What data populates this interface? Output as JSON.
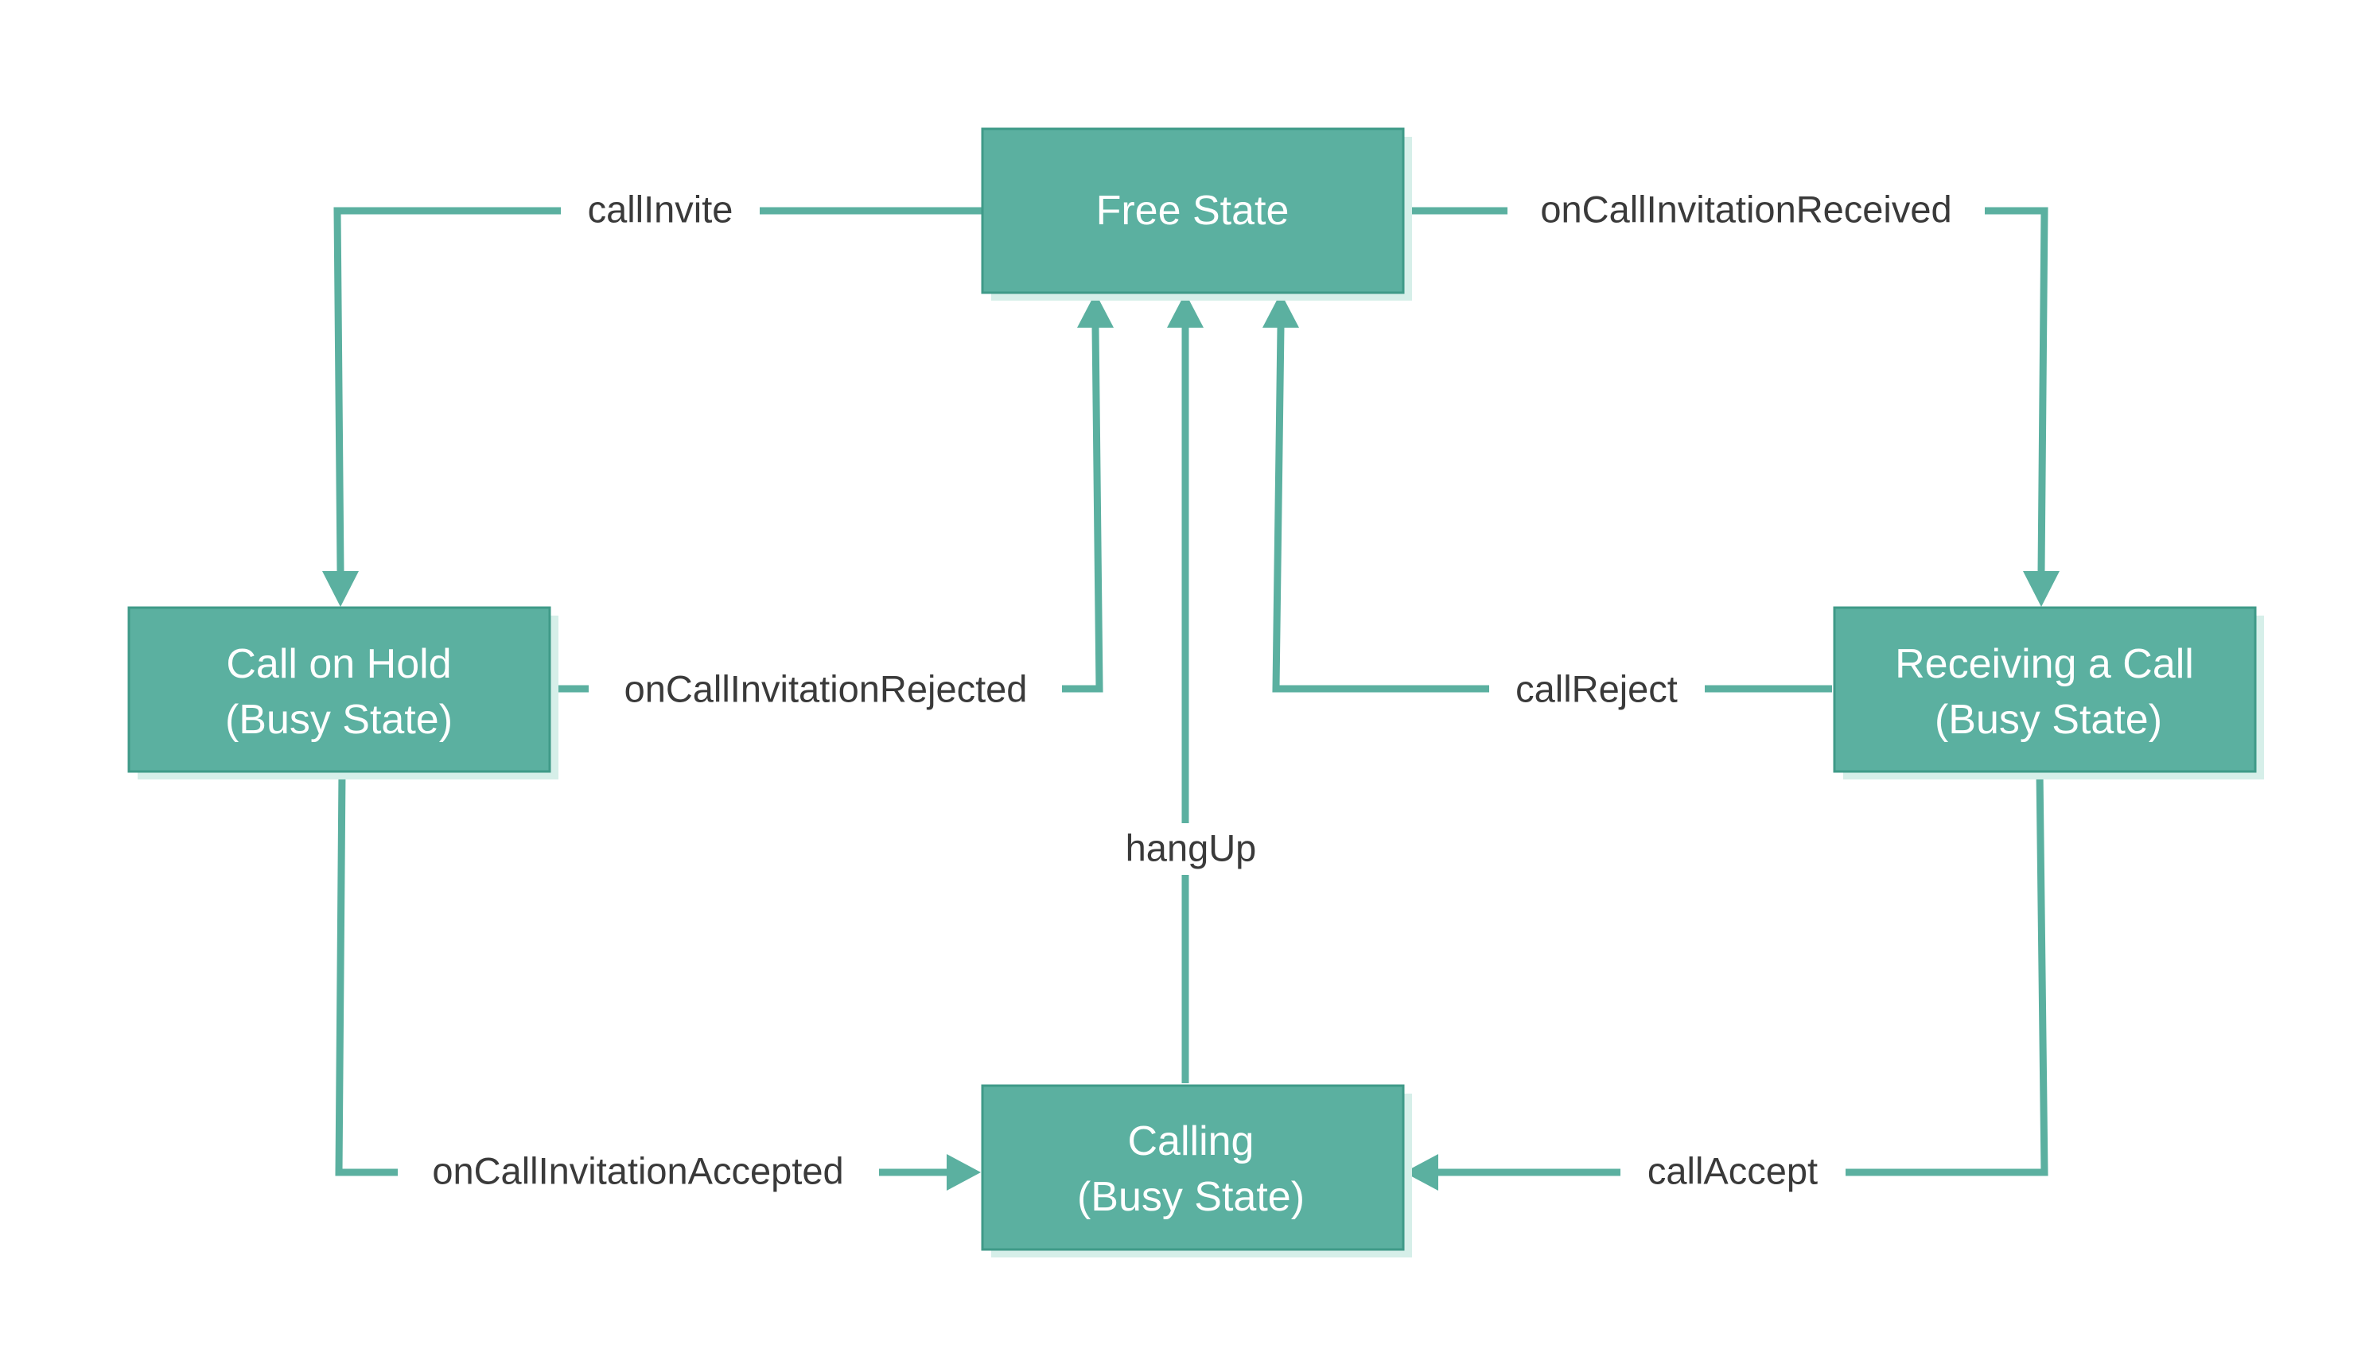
{
  "colors": {
    "node_fill": "#5bb0a0",
    "edge": "#5bb0a0",
    "node_text": "#ffffff",
    "label_text": "#3a3a3a",
    "background": "#ffffff"
  },
  "nodes": {
    "free": {
      "line1": "Free State",
      "line2": ""
    },
    "hold": {
      "line1": "Call on Hold",
      "line2": "(Busy State)"
    },
    "receiving": {
      "line1": "Receiving a Call",
      "line2": "(Busy State)"
    },
    "calling": {
      "line1": "Calling",
      "line2": "(Busy State)"
    }
  },
  "edges": {
    "callInvite": "callInvite",
    "onCallInvitationReceived": "onCallInvitationReceived",
    "onCallInvitationRejected": "onCallInvitationRejected",
    "callReject": "callReject",
    "hangUp": "hangUp",
    "onCallInvitationAccepted": "onCallInvitationAccepted",
    "callAccept": "callAccept"
  }
}
